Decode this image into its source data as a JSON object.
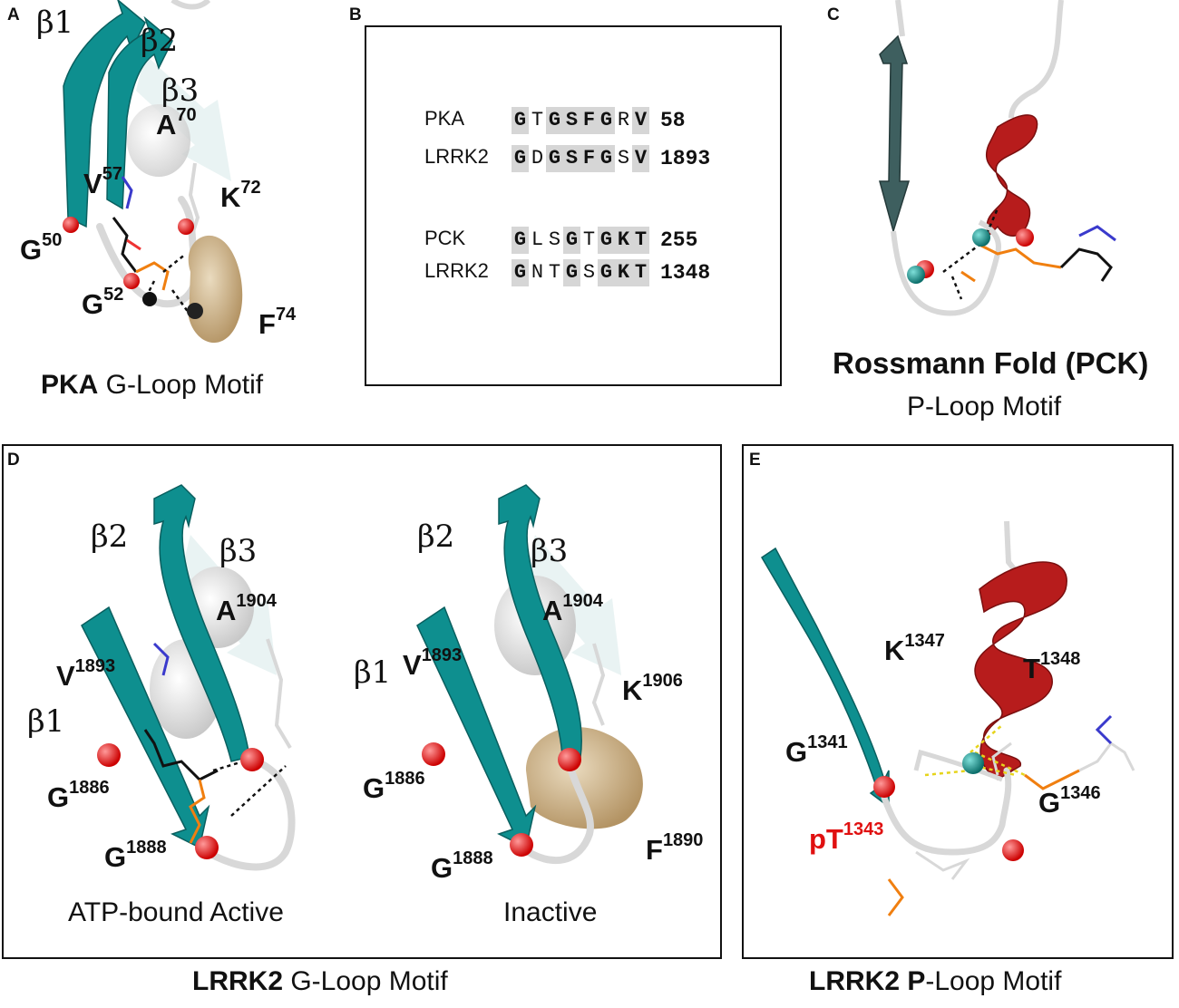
{
  "panelA": {
    "letter": "A",
    "labels": {
      "b1": "β1",
      "b2": "β2",
      "b3": "β3"
    },
    "residues": [
      {
        "name": "A",
        "num": "70"
      },
      {
        "name": "V",
        "num": "57"
      },
      {
        "name": "K",
        "num": "72"
      },
      {
        "name": "G",
        "num": "50"
      },
      {
        "name": "G",
        "num": "52"
      },
      {
        "name": "F",
        "num": "74"
      }
    ],
    "caption_bold": "PKA",
    "caption_rest": " G-Loop Motif"
  },
  "panelB": {
    "letter": "B",
    "rows": [
      {
        "name": "PKA",
        "seq": "GTGSFGRV",
        "num": "58"
      },
      {
        "name": "LRRK2",
        "seq": "GDGSFGSV",
        "num": "1893"
      },
      {
        "name": "PCK",
        "seq": "GLSGTGKT",
        "num": "255"
      },
      {
        "name": "LRRK2",
        "seq": "GNTGSGKT",
        "num": "1348"
      }
    ]
  },
  "panelC": {
    "letter": "C",
    "caption_title": "Rossmann Fold (PCK)",
    "caption_sub": "P-Loop Motif"
  },
  "panelD": {
    "letter": "D",
    "left": {
      "labels": {
        "b1": "β1",
        "b2": "β2",
        "b3": "β3"
      },
      "residues": [
        {
          "name": "A",
          "num": "1904"
        },
        {
          "name": "V",
          "num": "1893"
        },
        {
          "name": "G",
          "num": "1886"
        },
        {
          "name": "G",
          "num": "1888"
        }
      ],
      "caption": "ATP-bound Active"
    },
    "right": {
      "labels": {
        "b1": "β1",
        "b2": "β2",
        "b3": "β3"
      },
      "residues": [
        {
          "name": "A",
          "num": "1904"
        },
        {
          "name": "V",
          "num": "1893"
        },
        {
          "name": "K",
          "num": "1906"
        },
        {
          "name": "G",
          "num": "1886"
        },
        {
          "name": "G",
          "num": "1888"
        },
        {
          "name": "F",
          "num": "1890"
        }
      ],
      "caption": "Inactive"
    },
    "caption_bold": "LRRK2",
    "caption_rest": " G-Loop Motif"
  },
  "panelE": {
    "letter": "E",
    "residues": [
      {
        "name": "K",
        "num": "1347"
      },
      {
        "name": "T",
        "num": "1348"
      },
      {
        "name": "G",
        "num": "1341"
      },
      {
        "name": "pT",
        "num": "1343"
      },
      {
        "name": "G",
        "num": "1346"
      }
    ],
    "caption_bold": "LRRK2 P",
    "caption_rest": "-Loop Motif"
  },
  "colors": {
    "sheet": "#0e8f8f",
    "sheet_dark": "#0a5f5f",
    "helix": "#b71c1c",
    "oxygen": "#ff1a1a",
    "phosphate": "#f07f10",
    "nitrogen": "#3a3acc",
    "surface_phe": "#cdb48c",
    "surface_grey": "#dcdcdc",
    "loop": "#d8d8d8",
    "highlight": "#d6d6d6",
    "pT_label": "#e01010",
    "magnesium": "#1a9c96"
  }
}
